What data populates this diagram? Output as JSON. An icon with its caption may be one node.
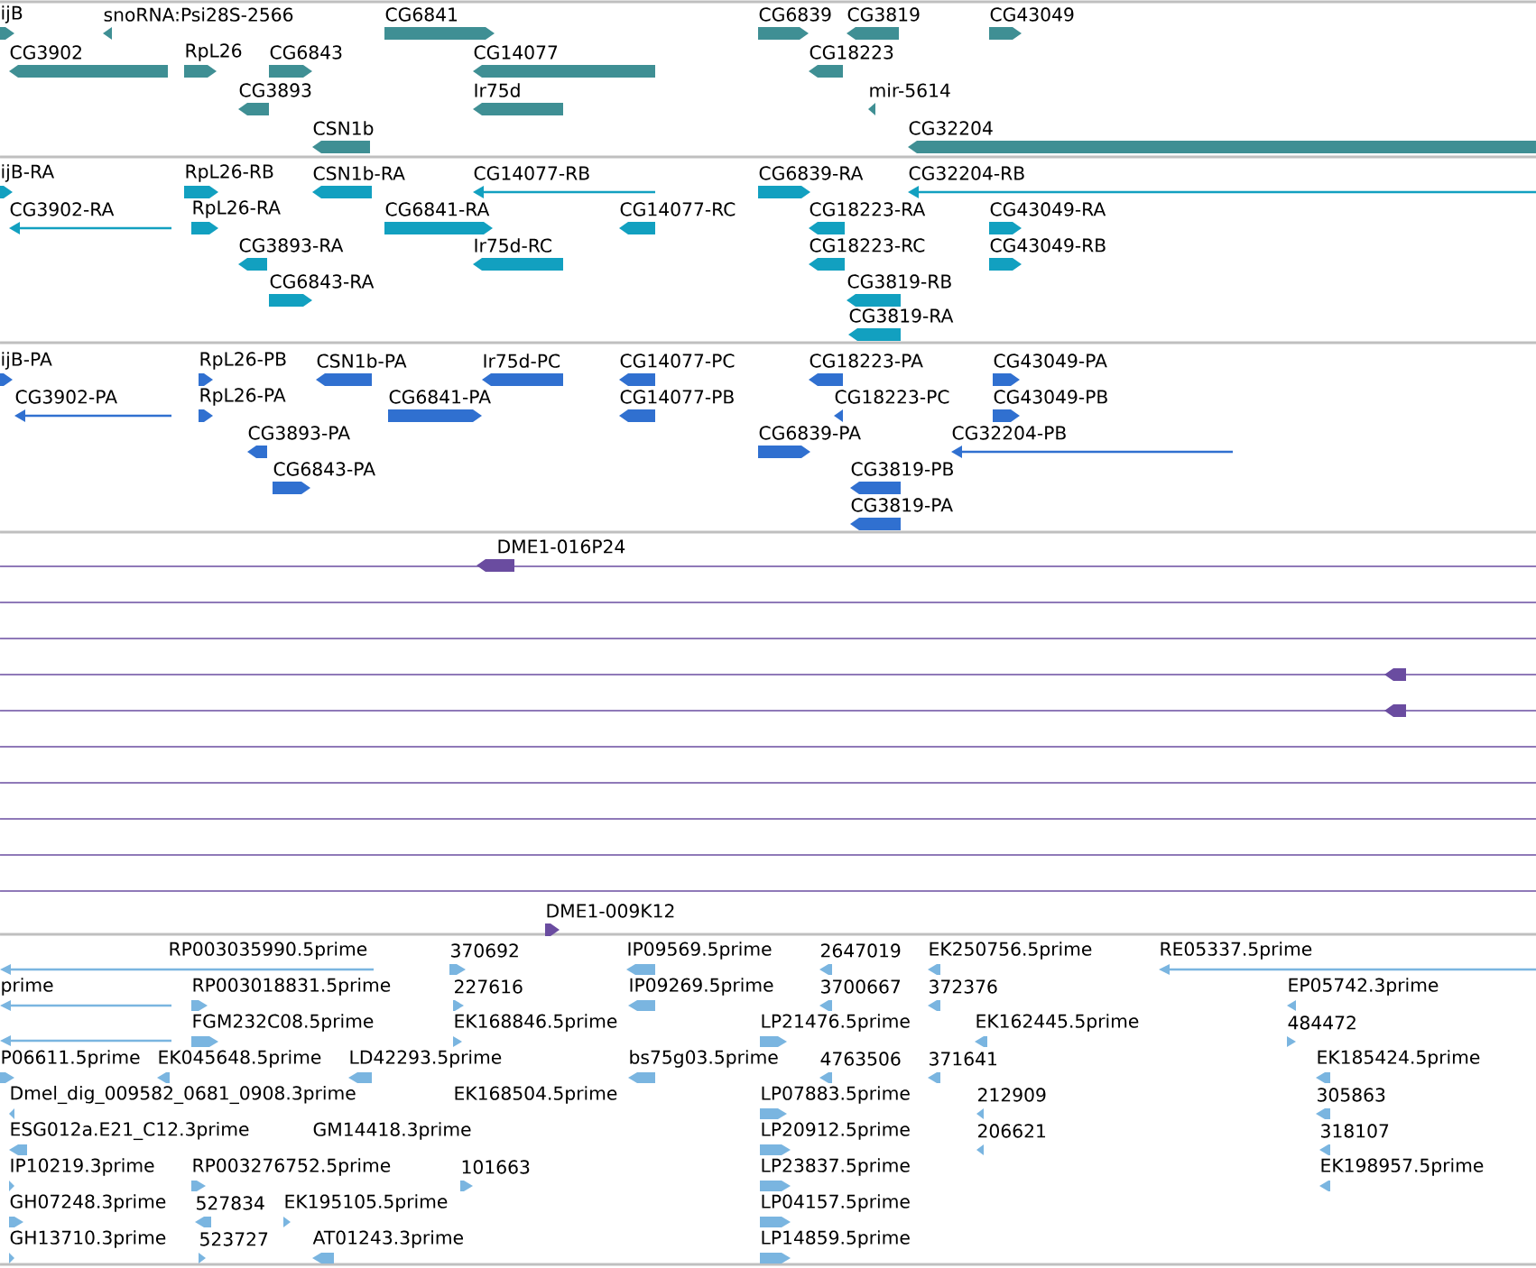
{
  "diagram": {
    "labels": [
      "ijB",
      "snoRNA:Psi28S-2566",
      "CG6841",
      "CG6839",
      "CG3819",
      "CG43049",
      "CG3902",
      "RpL26",
      "CG6843",
      "CG14077",
      "CG18223",
      "CG3893",
      "Ir75d",
      "mir-5614",
      "CSN1b",
      "CG32204",
      "ijB-RA",
      "RpL26-RB",
      "CSN1b-RA",
      "CG14077-RB",
      "CG6839-RA",
      "CG32204-RB",
      "CG3902-RA",
      "RpL26-RA",
      "CG6841-RA",
      "CG14077-RC",
      "CG18223-RA",
      "CG43049-RA",
      "CG3893-RA",
      "Ir75d-RC",
      "CG18223-RC",
      "CG43049-RB",
      "CG6843-RA",
      "CG3819-RB",
      "CG3819-RA",
      "ijB-PA",
      "RpL26-PB",
      "CSN1b-PA",
      "Ir75d-PC",
      "CG14077-PC",
      "CG18223-PA",
      "CG43049-PA",
      "CG3902-PA",
      "RpL26-PA",
      "CG6841-PA",
      "CG14077-PB",
      "CG18223-PC",
      "CG43049-PB",
      "CG3893-PA",
      "CG6839-PA",
      "CG32204-PB",
      "CG6843-PA",
      "CG3819-PB",
      "CG3819-PA",
      "DME1-016P24",
      "DME1-009K12",
      "RP003035990.5prime",
      "370692",
      "IP09569.5prime",
      "2647019",
      "EK250756.5prime",
      "RE05337.5prime",
      "prime",
      "RP003018831.5prime",
      "227616",
      "IP09269.5prime",
      "3700667",
      "372376",
      "EP05742.3prime",
      "FGM232C08.5prime",
      "EK168846.5prime",
      "LP21476.5prime",
      "EK162445.5prime",
      "484472",
      "P06611.5prime",
      "EK045648.5prime",
      "LD42293.5prime",
      "bs75g03.5prime",
      "4763506",
      "371641",
      "EK185424.5prime",
      "Dmel_dig_009582_0681_0908.3prime",
      "EK168504.5prime",
      "LP07883.5prime",
      "212909",
      "305863",
      "ESG012a.E21_C12.3prime",
      "GM14418.3prime",
      "LP20912.5prime",
      "206621",
      "318107",
      "IP10219.3prime",
      "RP003276752.5prime",
      "101663",
      "LP23837.5prime",
      "EK198957.5prime",
      "GH07248.3prime",
      "527834",
      "EK195105.5prime",
      "LP04157.5prime",
      "GH13710.3prime",
      "523727",
      "AT01243.3prime",
      "LP14859.5prime"
    ]
  }
}
